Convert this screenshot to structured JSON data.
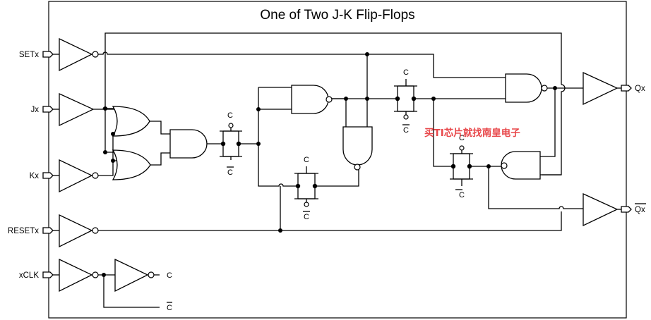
{
  "title": "One of Two J-K Flip-Flops",
  "inputs": {
    "set": "SETx",
    "j": "Jx",
    "k": "Kx",
    "reset": "RESETx",
    "clk": "xCLK"
  },
  "outputs": {
    "q": "Qx",
    "q_bar": "Qx"
  },
  "clock_labels": {
    "c": "C",
    "c_bar": "C"
  },
  "watermark": "买TI芯片就找南皇电子"
}
